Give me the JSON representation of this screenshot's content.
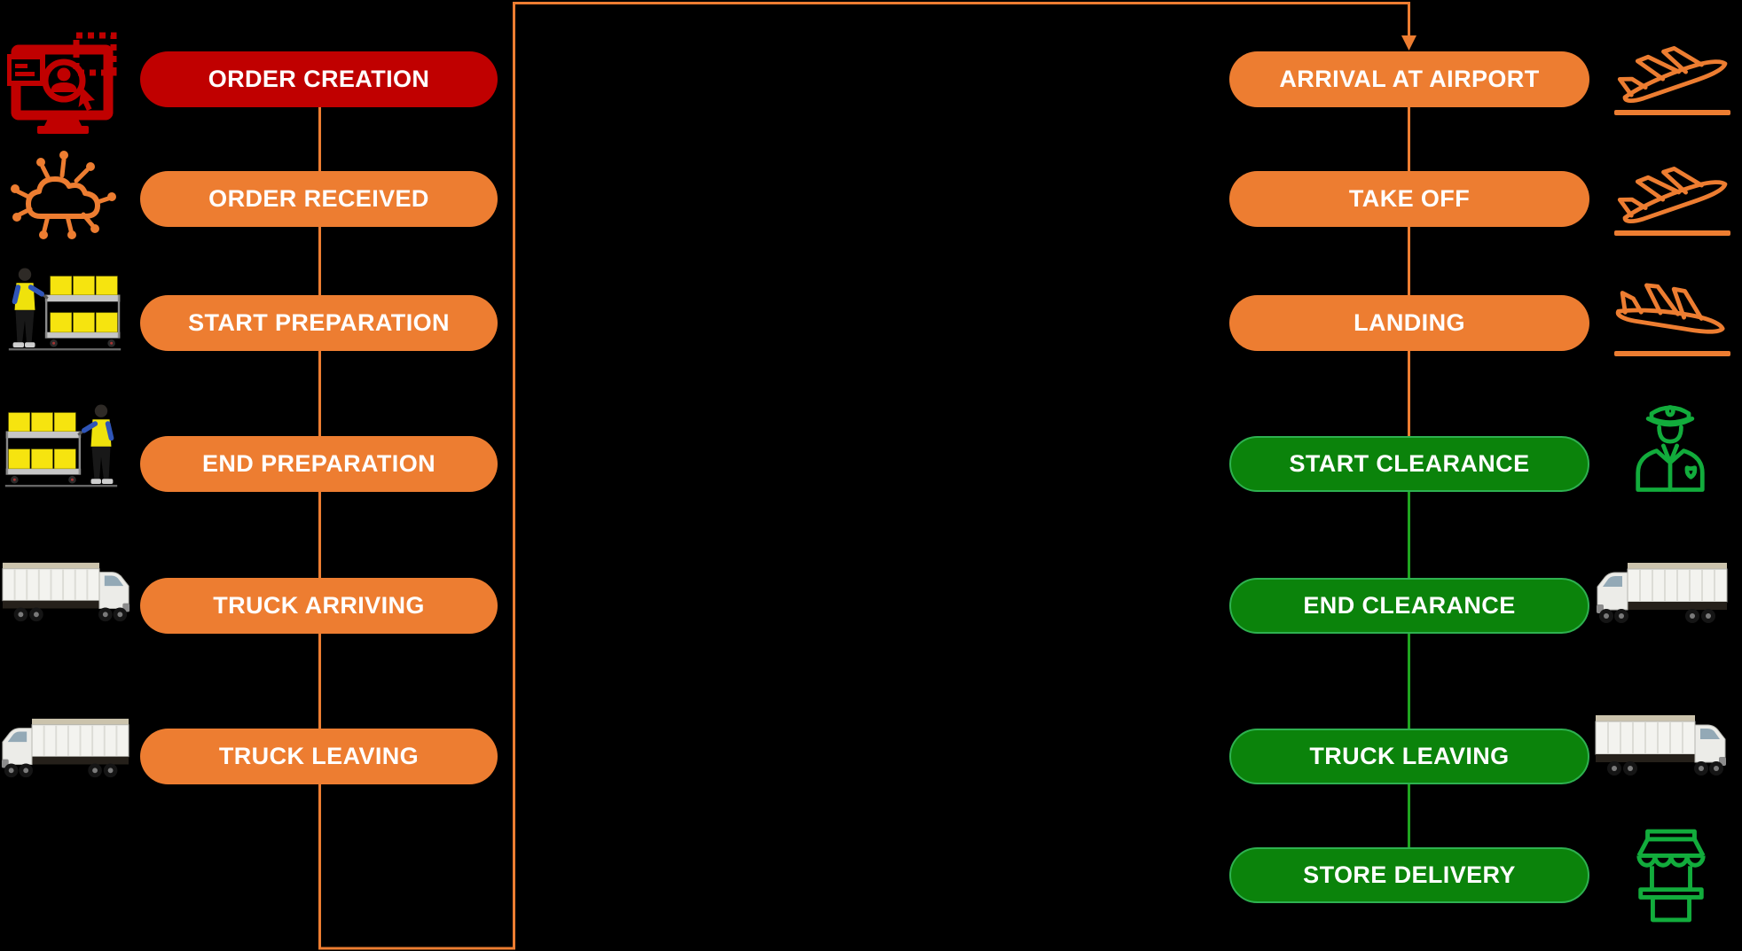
{
  "palette": {
    "background": "#000000",
    "orange": "#ED7D31",
    "dark_red": "#C00000",
    "green_fill": "#0B830B",
    "green_border": "#2EB150",
    "green_line": "#1FA41F",
    "icon_green": "#12AC3C",
    "text": "#FFFFFF"
  },
  "left_column": {
    "steps": [
      {
        "label": "ORDER CREATION",
        "style": "red",
        "icon": "computer-order-icon"
      },
      {
        "label": "ORDER RECEIVED",
        "style": "orange",
        "icon": "cloud-network-icon"
      },
      {
        "label": "START PREPARATION",
        "style": "orange",
        "icon": "warehouse-worker-cart-icon"
      },
      {
        "label": "END PREPARATION",
        "style": "orange",
        "icon": "warehouse-worker-cart-mirrored-icon"
      },
      {
        "label": "TRUCK ARRIVING",
        "style": "orange",
        "icon": "truck-facing-right-icon"
      },
      {
        "label": "TRUCK LEAVING",
        "style": "orange",
        "icon": "truck-facing-left-icon"
      }
    ]
  },
  "right_column": {
    "steps": [
      {
        "label": "ARRIVAL AT AIRPORT",
        "style": "orange",
        "icon": "plane-takeoff-icon"
      },
      {
        "label": "TAKE OFF",
        "style": "orange",
        "icon": "plane-takeoff-icon"
      },
      {
        "label": "LANDING",
        "style": "orange",
        "icon": "plane-landing-icon"
      },
      {
        "label": "START CLEARANCE",
        "style": "green",
        "icon": "customs-officer-icon"
      },
      {
        "label": "END CLEARANCE",
        "style": "green",
        "icon": "truck-facing-left-icon"
      },
      {
        "label": "TRUCK LEAVING",
        "style": "green",
        "icon": "truck-facing-right-icon"
      },
      {
        "label": "STORE DELIVERY",
        "style": "green",
        "icon": "market-stall-icon"
      }
    ]
  }
}
